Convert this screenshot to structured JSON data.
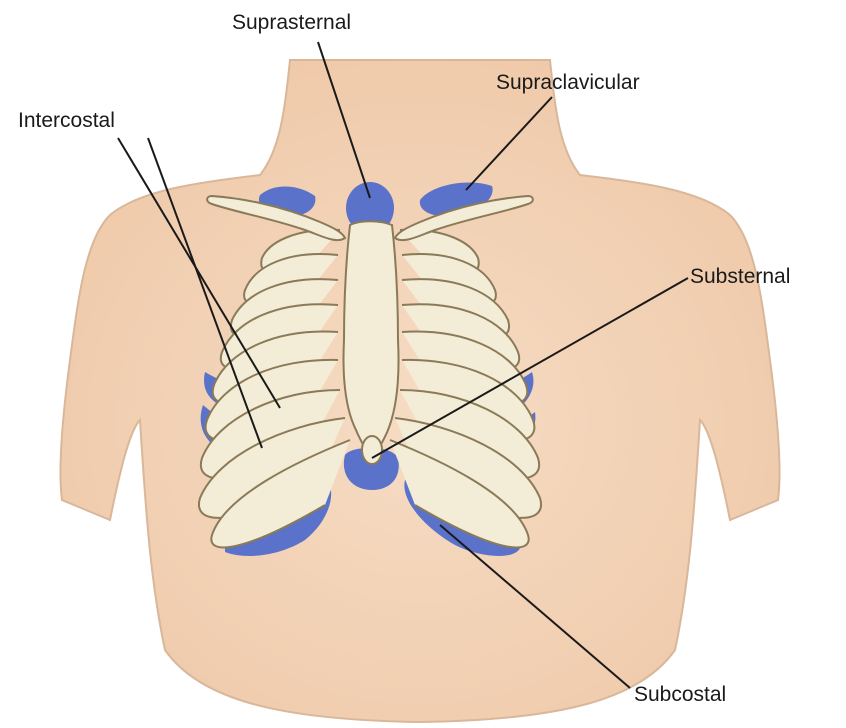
{
  "labels": {
    "suprasternal": "Suprasternal",
    "supraclavicular": "Supraclavicular",
    "intercostal": "Intercostal",
    "substernal": "Substernal",
    "subcostal": "Subcostal"
  },
  "colors": {
    "skin": "#f2d2b6",
    "skin_outline": "#d9b79a",
    "bone": "#f3ecd6",
    "bone_outline": "#8a7a58",
    "retraction": "#5a72c9",
    "leader_line": "#1a1a1a"
  }
}
